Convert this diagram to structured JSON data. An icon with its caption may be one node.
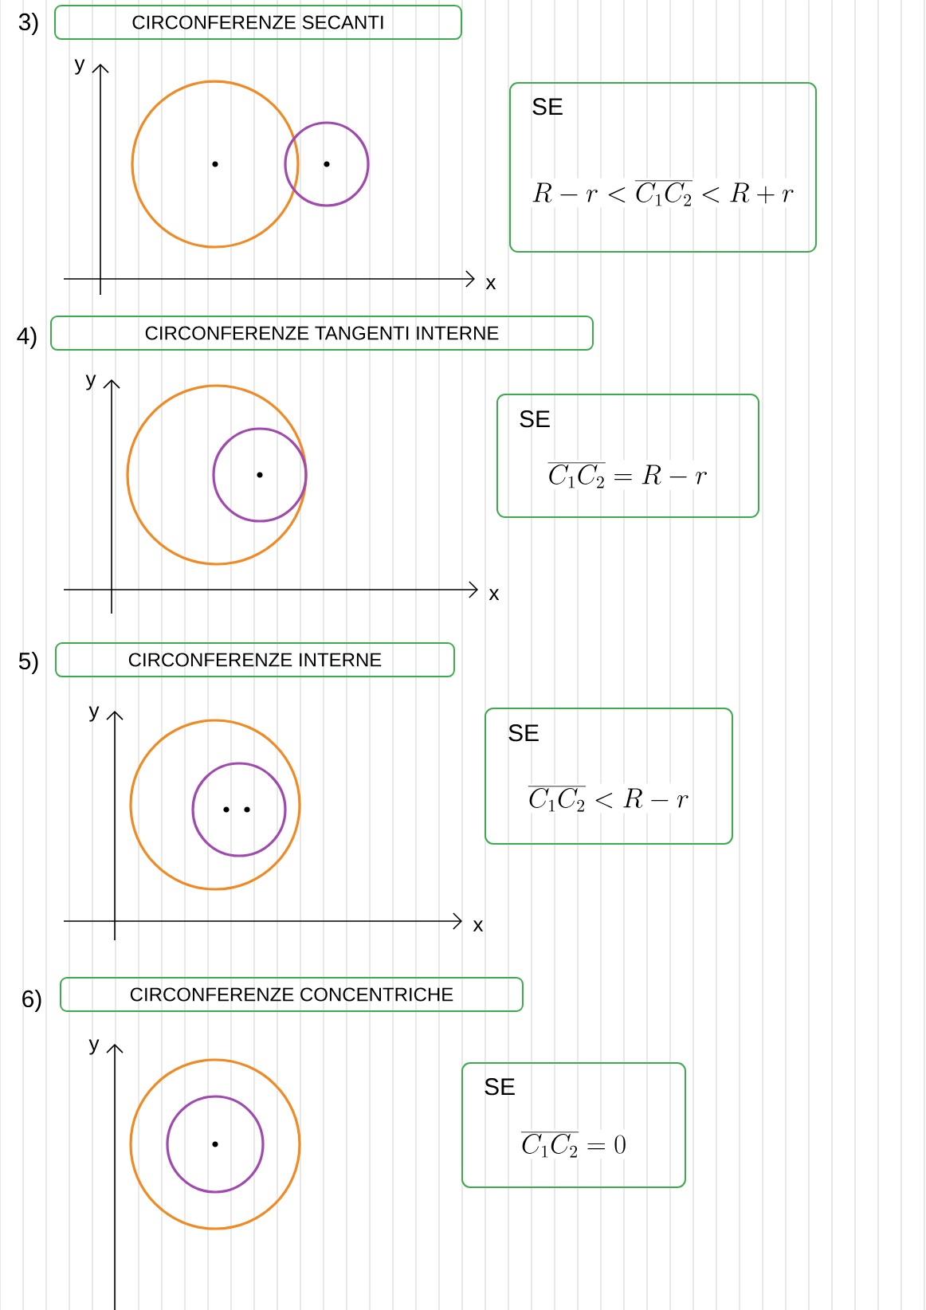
{
  "diagram": {
    "nodes": [
      {
        "text": [
          "CIRCONFERENZE SECANTI"
        ],
        "beside": [
          "3)"
        ]
      },
      {
        "text": [
          "SE",
          "R-r<\\overline{C_1C_2}<R+r"
        ]
      },
      {
        "text": [
          "CIRCONFERENZE TANGENTI INTERNE"
        ],
        "beside": [
          "4)"
        ]
      },
      {
        "text": [
          "SE",
          "\\overline{C_1C_2}=R-r"
        ]
      },
      {
        "text": [
          "CIRCONFERENZE INTERNE"
        ],
        "beside": [
          "5)"
        ]
      },
      {
        "text": [
          "SE",
          "\\overline{C_1C_2}<R-r"
        ]
      },
      {
        "text": [
          "CIRCONFERENZE CONCENTRICHE"
        ],
        "beside": [
          "6)"
        ]
      },
      {
        "text": [
          "SE",
          "\\overline{C_1C_2}=0"
        ]
      }
    ],
    "labels": [
      "y",
      "x",
      "y",
      "x",
      "y",
      "x",
      "y"
    ]
  }
}
